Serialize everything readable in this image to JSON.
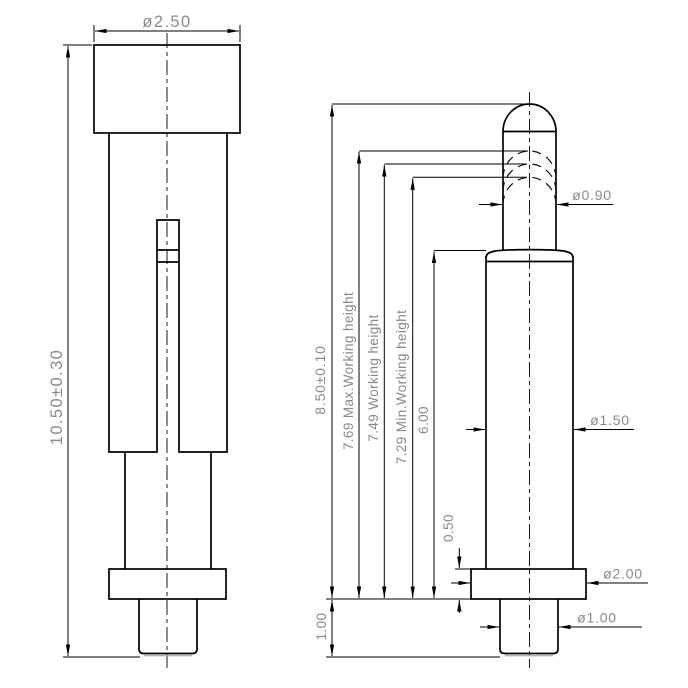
{
  "dims": {
    "cap_dia": "ø2.50",
    "overall_height": "10.50±0.30",
    "total_height": "8.50±0.10",
    "max_working_height": "7.69  Max.Working  height",
    "working_height": "7.49  Working  height",
    "min_working_height": "7.29  Min.Working  height",
    "barrel_height": "6.00",
    "flange_thickness": "0.50",
    "tail_length": "1.00",
    "plunger_dia": "ø0.90",
    "barrel_dia": "ø1.50",
    "flange_dia": "ø2.00",
    "tail_dia": "ø1.00"
  },
  "colors": {
    "line": "#000000",
    "dim_text": "#8a8a8a",
    "background": "#ffffff"
  }
}
